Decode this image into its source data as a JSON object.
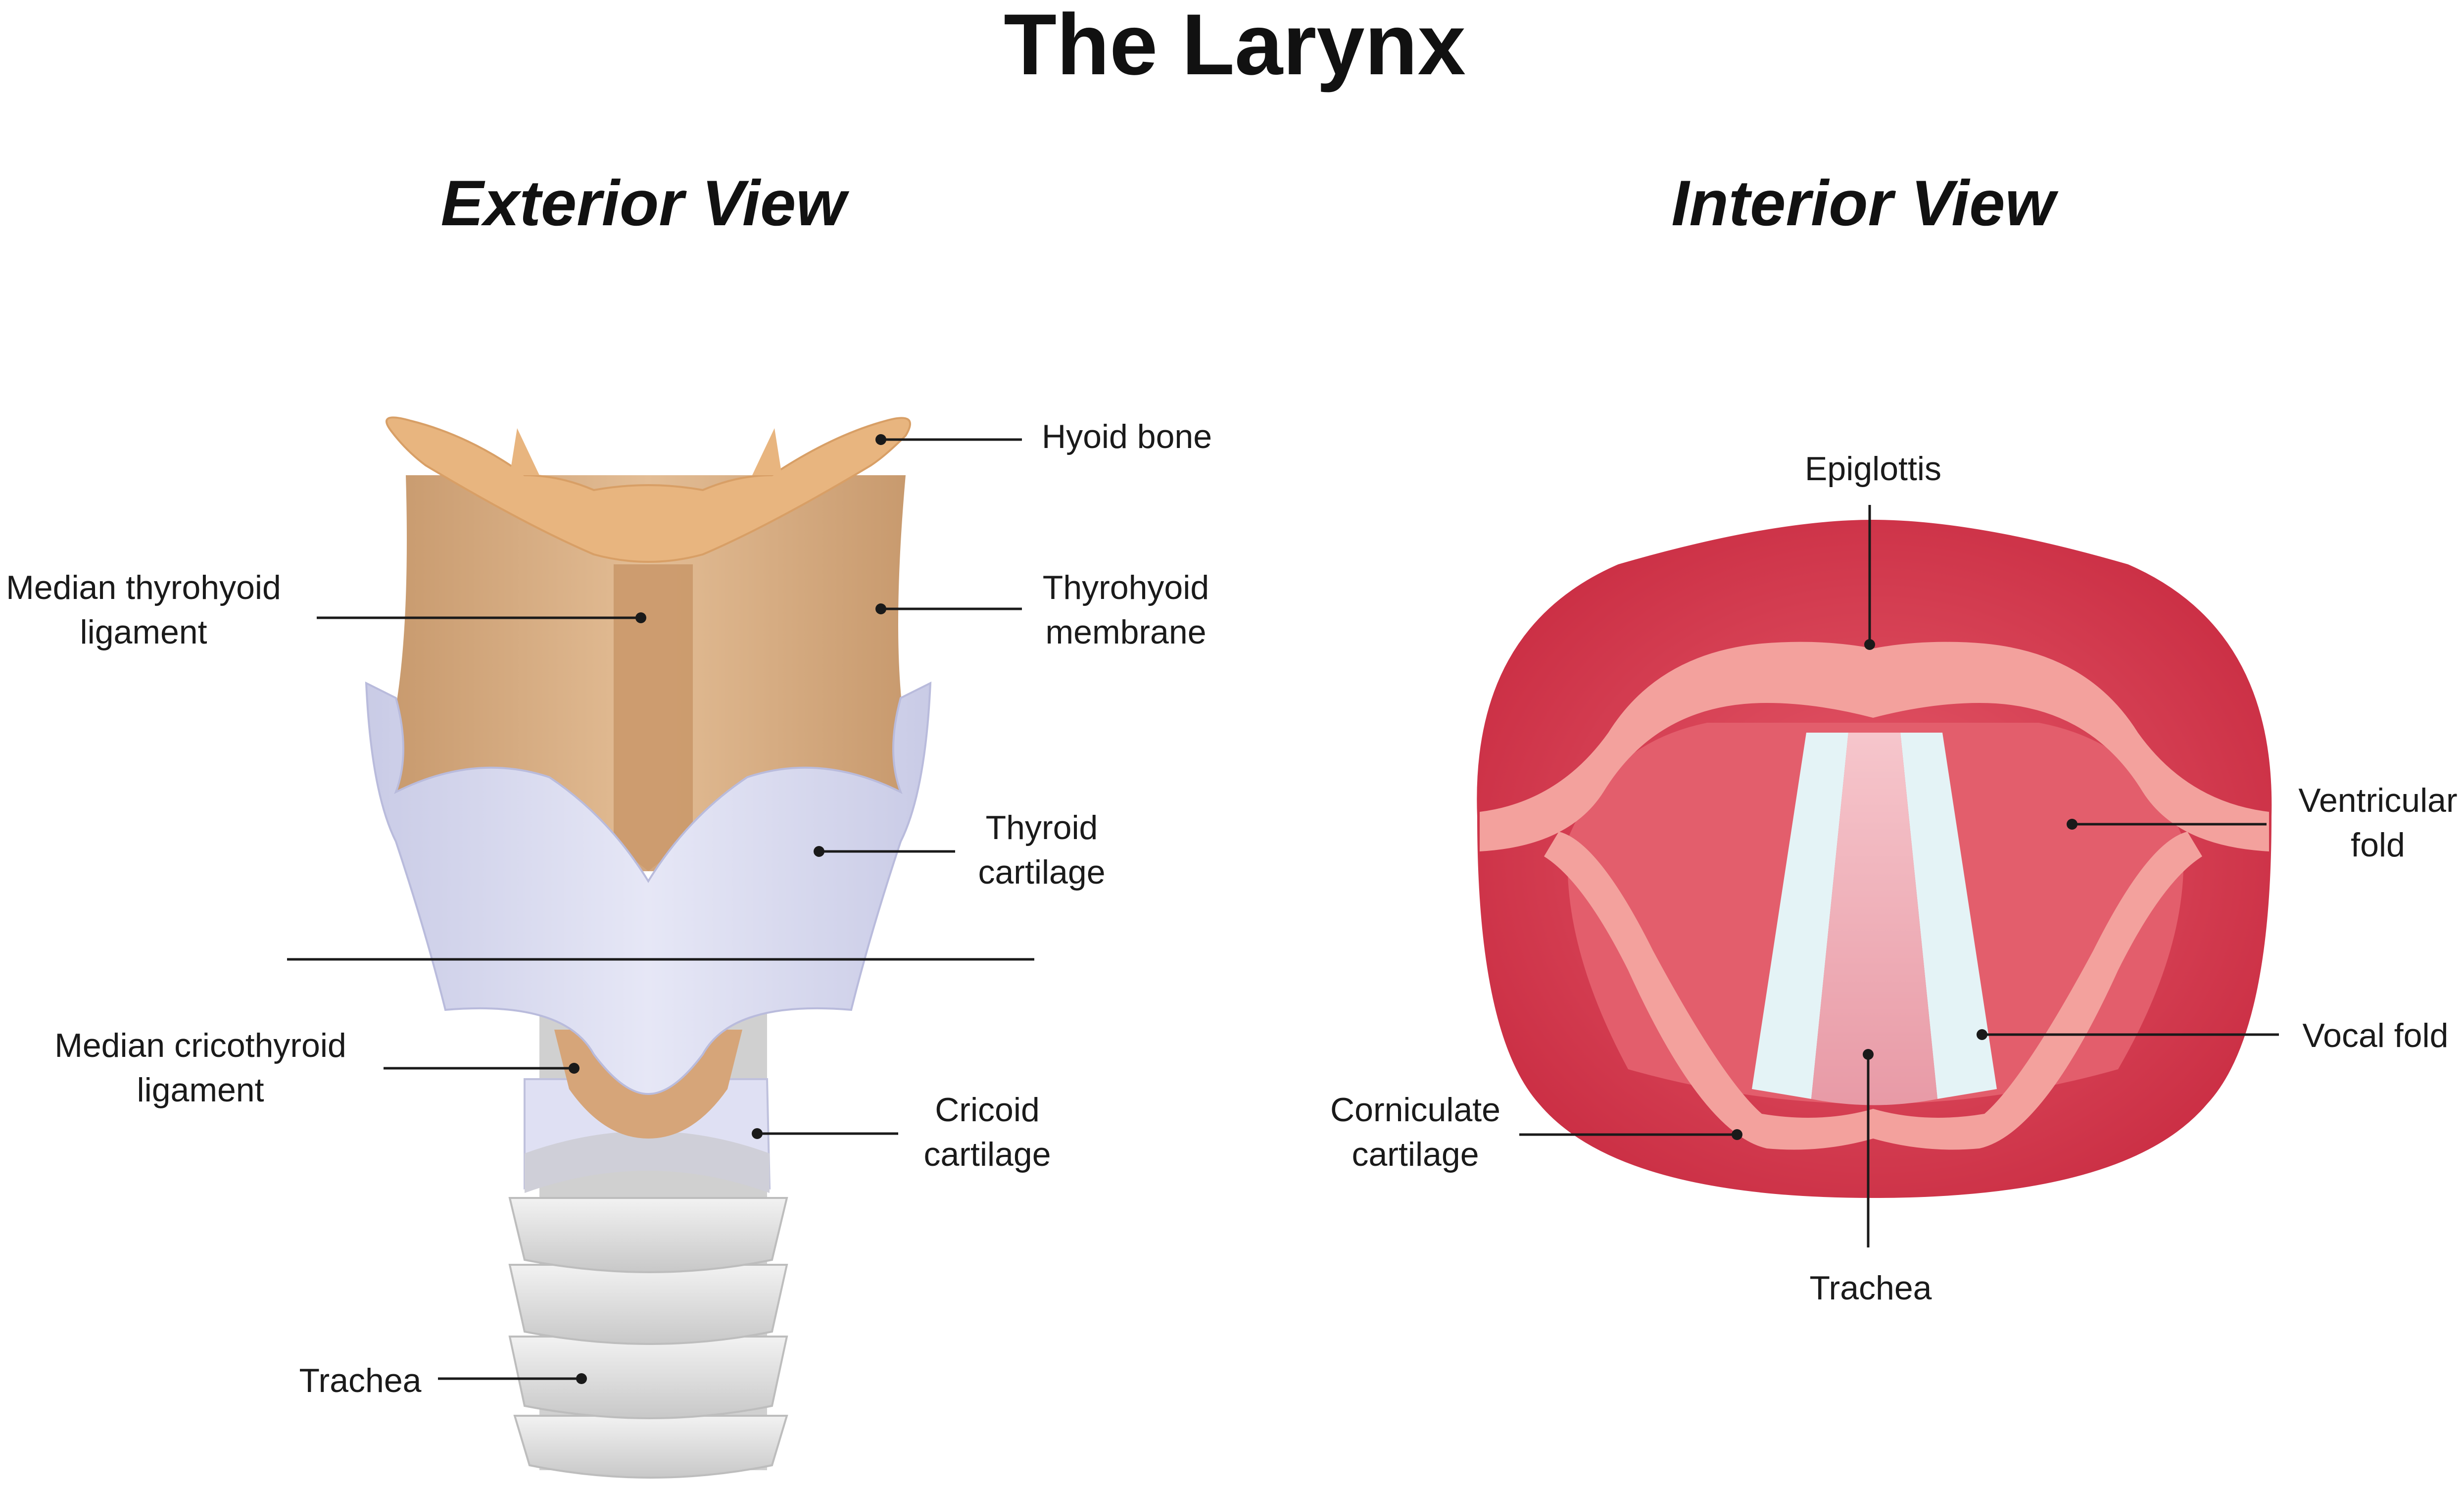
{
  "title": "The Larynx",
  "exterior": {
    "heading": "Exterior View",
    "labels": {
      "hyoid": "Hyoid bone",
      "median_thyrohyoid_1": "Median thyrohyoid",
      "median_thyrohyoid_2": "ligament",
      "thyrohyoid_membrane_1": "Thyrohyoid",
      "thyrohyoid_membrane_2": "membrane",
      "thyroid_cartilage_1": "Thyroid",
      "thyroid_cartilage_2": "cartilage",
      "median_cricothyroid_1": "Median cricothyroid",
      "median_cricothyroid_2": "ligament",
      "cricoid_1": "Cricoid",
      "cricoid_2": "cartilage",
      "trachea": "Trachea"
    }
  },
  "interior": {
    "heading": "Interior View",
    "labels": {
      "epiglottis": "Epiglottis",
      "ventricular_1": "Ventricular",
      "ventricular_2": "fold",
      "vocal_fold": "Vocal fold",
      "corniculate_1": "Corniculate",
      "corniculate_2": "cartilage",
      "trachea": "Trachea"
    }
  },
  "colors": {
    "hyoid": "#e8b57f",
    "thyrohyoid_membrane": "#d6a579",
    "thyroid_cartilage": "#d8daf0",
    "cricoid": "#dfe0f3",
    "trachea_ring": "#dcdcdc",
    "interior_outer": "#d63a4e",
    "interior_fold": "#f3a19d",
    "interior_vocal": "#e4f3f6",
    "interior_trachea": "#f0b4bd"
  }
}
